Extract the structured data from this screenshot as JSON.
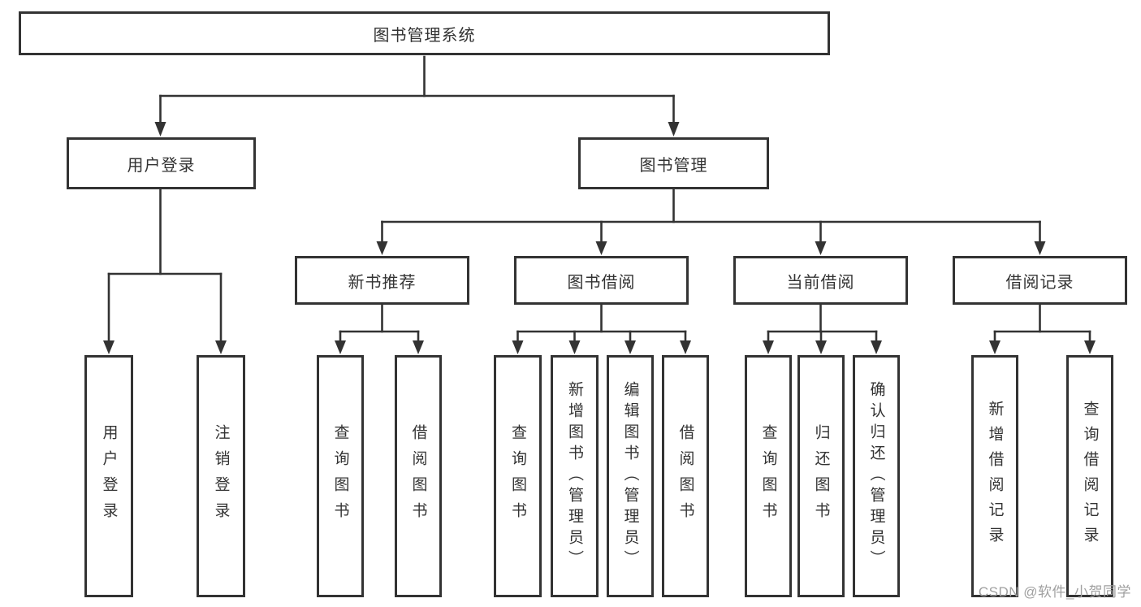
{
  "diagram": {
    "title": "图书管理系统",
    "nodes": {
      "root": {
        "label": "图书管理系统"
      },
      "userLogin": {
        "label": "用户登录"
      },
      "bookMgmt": {
        "label": "图书管理"
      },
      "userLoginLeaf": {
        "label": "用户登录"
      },
      "logoutLeaf": {
        "label": "注销登录"
      },
      "newBookRec": {
        "label": "新书推荐"
      },
      "bookBorrow": {
        "label": "图书借阅"
      },
      "currentBorrow": {
        "label": "当前借阅"
      },
      "borrowRecords": {
        "label": "借阅记录"
      },
      "nbQuery": {
        "label": "查询图书"
      },
      "nbBorrow": {
        "label": "借阅图书"
      },
      "bbQuery": {
        "label": "查询图书"
      },
      "bbAdd": {
        "label": "新增图书（管理员）"
      },
      "bbEdit": {
        "label": "编辑图书（管理员）"
      },
      "bbBorrow": {
        "label": "借阅图书"
      },
      "cbQuery": {
        "label": "查询图书"
      },
      "cbReturn": {
        "label": "归还图书"
      },
      "cbConfirm": {
        "label": "确认归还（管理员）"
      },
      "brAdd": {
        "label": "新增借阅记录"
      },
      "brQuery": {
        "label": "查询借阅记录"
      }
    },
    "hierarchy": {
      "id": "root",
      "children": [
        {
          "id": "userLogin",
          "children": [
            {
              "id": "userLoginLeaf"
            },
            {
              "id": "logoutLeaf"
            }
          ]
        },
        {
          "id": "bookMgmt",
          "children": [
            {
              "id": "newBookRec",
              "children": [
                {
                  "id": "nbQuery"
                },
                {
                  "id": "nbBorrow"
                }
              ]
            },
            {
              "id": "bookBorrow",
              "children": [
                {
                  "id": "bbQuery"
                },
                {
                  "id": "bbAdd"
                },
                {
                  "id": "bbEdit"
                },
                {
                  "id": "bbBorrow"
                }
              ]
            },
            {
              "id": "currentBorrow",
              "children": [
                {
                  "id": "cbQuery"
                },
                {
                  "id": "cbReturn"
                },
                {
                  "id": "cbConfirm"
                }
              ]
            },
            {
              "id": "borrowRecords",
              "children": [
                {
                  "id": "brAdd"
                },
                {
                  "id": "brQuery"
                }
              ]
            }
          ]
        }
      ]
    },
    "colors": {
      "line": "#333333",
      "box_border": "#333333",
      "text": "#333333",
      "watermark": "#a0a0a0",
      "background": "#ffffff"
    }
  },
  "watermark": {
    "text": "CSDN @软件_小贺同学"
  }
}
